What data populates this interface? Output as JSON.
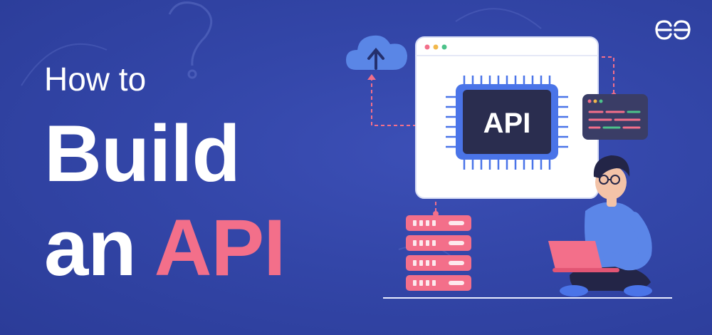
{
  "headline": {
    "line1": "How to",
    "line2": "Build",
    "line3_prefix": "an ",
    "line3_highlight": "API"
  },
  "illustration": {
    "chip_label": "API",
    "logo_text": "ᘐᘐ"
  },
  "colors": {
    "background": "#3346a8",
    "accent_pink": "#f36f8a",
    "chip_dark": "#2a2d4f",
    "chip_blue": "#4a74e8",
    "cloud_blue": "#5a86e6",
    "white": "#ffffff"
  },
  "icons": [
    "cloud-upload-icon",
    "question-mark-icon",
    "server-stack-icon",
    "code-window-icon",
    "laptop-icon",
    "brand-logo-icon"
  ]
}
